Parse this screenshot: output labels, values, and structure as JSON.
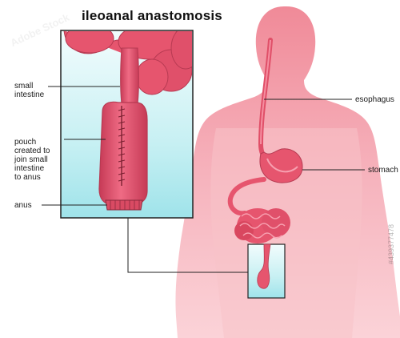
{
  "title": "ileoanal anastomosis",
  "labels": {
    "small_intestine": "small\nintestine",
    "pouch": "pouch\ncreated to\njoin small\nintestine\nto anus",
    "anus": "anus",
    "esophagus": "esophagus",
    "stomach": "stomach"
  },
  "watermark": {
    "logo": "Adobe Stock",
    "id": "#439377478"
  },
  "colors": {
    "body_silhouette": "#f5b6bf",
    "organ": "#e9566f",
    "organ_dark": "#b83a52",
    "panel_bg_top": "#eafafb",
    "panel_bg_bottom": "#aee8ee",
    "outline": "#222222"
  }
}
